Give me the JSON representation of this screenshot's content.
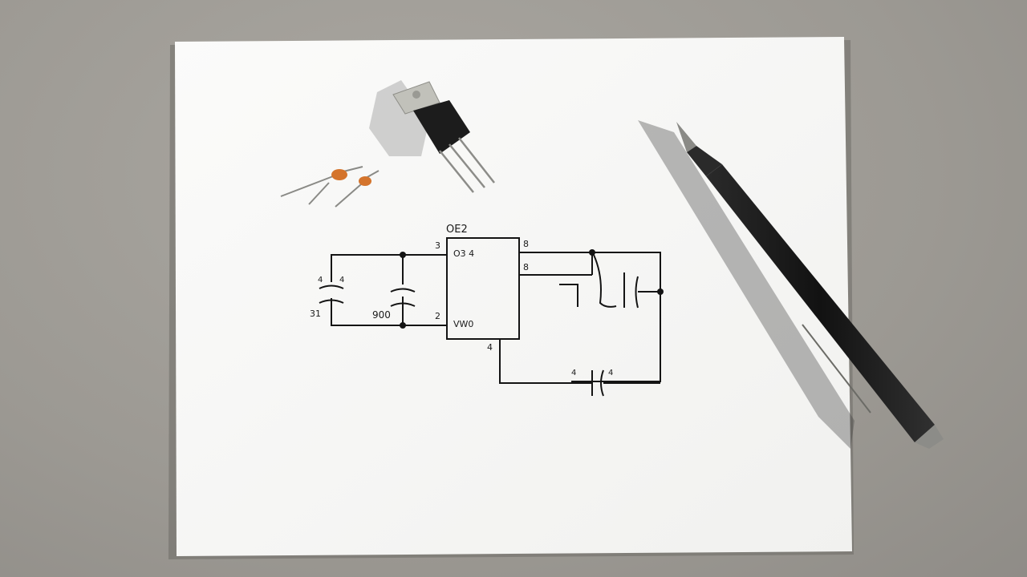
{
  "scene": {
    "description_free": true,
    "colors": {
      "desk": "#9f9c96",
      "paper": "#f7f7f5",
      "ink": "#141414",
      "pen_body": "#1e1e1e",
      "pen_tip": "#8a8a86",
      "transistor_body": "#1c1c1c",
      "transistor_tab": "#bdbdb6",
      "capacitor": "#d4742c"
    }
  },
  "schematic": {
    "ic_top_label": "OE2",
    "ic_inner_top": "O3 4",
    "ic_inner_bottom": "VW0",
    "pin_top_left": "3",
    "pin_bottom_left": "2",
    "pin_top_right_1": "8",
    "pin_top_right_2": "8",
    "pin_bottom": "4",
    "cap_left_label_1": "4",
    "cap_left_label_2": "4",
    "cap_left_side": "31",
    "cap_mid_value": "900",
    "cap_bottom_label_1": "4",
    "cap_bottom_label_2": "4"
  }
}
